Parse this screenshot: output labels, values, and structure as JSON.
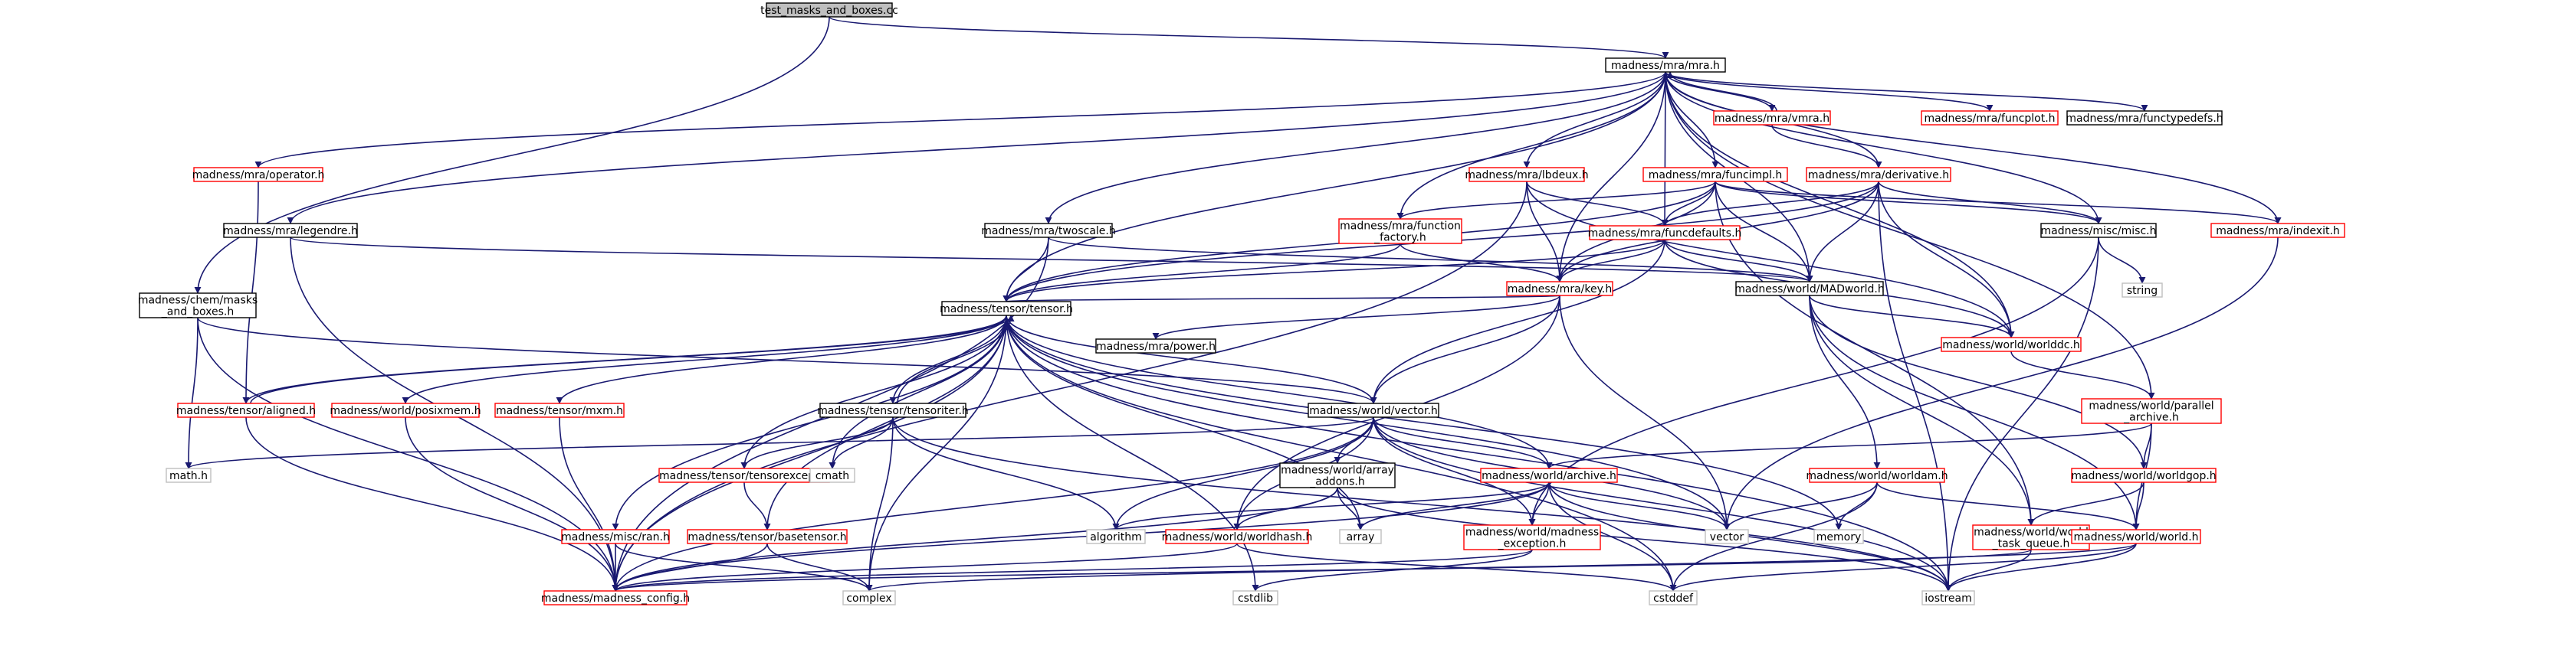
{
  "diagram": {
    "title": "",
    "colors": {
      "edge": "#191970",
      "root_fill": "#bfbfbf",
      "documented_border": "#000000",
      "undocumented_border": "#ff0000",
      "external_border": "#bfbfbf",
      "text": "#000000"
    },
    "nodes": [
      {
        "id": "test_masks",
        "lines": [
          "test_masks_and_boxes.cc"
        ],
        "kind": "root"
      },
      {
        "id": "mra_h",
        "lines": [
          "madness/mra/mra.h"
        ],
        "kind": "doc"
      },
      {
        "id": "vmra_h",
        "lines": [
          "madness/mra/vmra.h"
        ],
        "kind": "undoc"
      },
      {
        "id": "funcplot_h",
        "lines": [
          "madness/mra/funcplot.h"
        ],
        "kind": "undoc"
      },
      {
        "id": "functypedefs_h",
        "lines": [
          "madness/mra/functypedefs.h"
        ],
        "kind": "doc"
      },
      {
        "id": "operator_h",
        "lines": [
          "madness/mra/operator.h"
        ],
        "kind": "undoc"
      },
      {
        "id": "lbdeux_h",
        "lines": [
          "madness/mra/lbdeux.h"
        ],
        "kind": "undoc"
      },
      {
        "id": "funcimpl_h",
        "lines": [
          "madness/mra/funcimpl.h"
        ],
        "kind": "undoc"
      },
      {
        "id": "derivative_h",
        "lines": [
          "madness/mra/derivative.h"
        ],
        "kind": "undoc"
      },
      {
        "id": "legendre_h",
        "lines": [
          "madness/mra/legendre.h"
        ],
        "kind": "doc"
      },
      {
        "id": "twoscale_h",
        "lines": [
          "madness/mra/twoscale.h"
        ],
        "kind": "doc"
      },
      {
        "id": "function_factory_h",
        "lines": [
          "madness/mra/function",
          "_factory.h"
        ],
        "kind": "undoc"
      },
      {
        "id": "funcdefaults_h",
        "lines": [
          "madness/mra/funcdefaults.h"
        ],
        "kind": "undoc"
      },
      {
        "id": "misc_h",
        "lines": [
          "madness/misc/misc.h"
        ],
        "kind": "doc"
      },
      {
        "id": "indexit_h",
        "lines": [
          "madness/mra/indexit.h"
        ],
        "kind": "undoc"
      },
      {
        "id": "string",
        "lines": [
          "string"
        ],
        "kind": "ext"
      },
      {
        "id": "key_h",
        "lines": [
          "madness/mra/key.h"
        ],
        "kind": "undoc"
      },
      {
        "id": "madworld_h",
        "lines": [
          "madness/world/MADworld.h"
        ],
        "kind": "doc"
      },
      {
        "id": "chem_masks_h",
        "lines": [
          "madness/chem/masks",
          "_and_boxes.h"
        ],
        "kind": "doc"
      },
      {
        "id": "tensor_h",
        "lines": [
          "madness/tensor/tensor.h"
        ],
        "kind": "doc"
      },
      {
        "id": "power_h",
        "lines": [
          "madness/mra/power.h"
        ],
        "kind": "doc"
      },
      {
        "id": "worlddc_h",
        "lines": [
          "madness/world/worlddc.h"
        ],
        "kind": "undoc"
      },
      {
        "id": "aligned_h",
        "lines": [
          "madness/tensor/aligned.h"
        ],
        "kind": "undoc"
      },
      {
        "id": "posixmem_h",
        "lines": [
          "madness/world/posixmem.h"
        ],
        "kind": "undoc"
      },
      {
        "id": "mxm_h",
        "lines": [
          "madness/tensor/mxm.h"
        ],
        "kind": "undoc"
      },
      {
        "id": "tensoriter_h",
        "lines": [
          "madness/tensor/tensoriter.h"
        ],
        "kind": "doc"
      },
      {
        "id": "vector_h",
        "lines": [
          "madness/world/vector.h"
        ],
        "kind": "doc"
      },
      {
        "id": "parallel_archive_h",
        "lines": [
          "madness/world/parallel",
          "_archive.h"
        ],
        "kind": "undoc"
      },
      {
        "id": "math_h",
        "lines": [
          "math.h"
        ],
        "kind": "ext"
      },
      {
        "id": "tensorexcept_h",
        "lines": [
          "madness/tensor/tensorexcept.h"
        ],
        "kind": "undoc"
      },
      {
        "id": "cmath",
        "lines": [
          "cmath"
        ],
        "kind": "ext"
      },
      {
        "id": "array_addons_h",
        "lines": [
          "madness/world/array",
          "_addons.h"
        ],
        "kind": "doc"
      },
      {
        "id": "archive_h",
        "lines": [
          "madness/world/archive.h"
        ],
        "kind": "undoc"
      },
      {
        "id": "worldam_h",
        "lines": [
          "madness/world/worldam.h"
        ],
        "kind": "undoc"
      },
      {
        "id": "worldgop_h",
        "lines": [
          "madness/world/worldgop.h"
        ],
        "kind": "undoc"
      },
      {
        "id": "algorithm",
        "lines": [
          "algorithm"
        ],
        "kind": "ext"
      },
      {
        "id": "array",
        "lines": [
          "array"
        ],
        "kind": "ext"
      },
      {
        "id": "vector",
        "lines": [
          "vector"
        ],
        "kind": "ext"
      },
      {
        "id": "memory",
        "lines": [
          "memory"
        ],
        "kind": "ext"
      },
      {
        "id": "ran_h",
        "lines": [
          "madness/misc/ran.h"
        ],
        "kind": "undoc"
      },
      {
        "id": "basetensor_h",
        "lines": [
          "madness/tensor/basetensor.h"
        ],
        "kind": "undoc"
      },
      {
        "id": "worldhash_h",
        "lines": [
          "madness/world/worldhash.h"
        ],
        "kind": "undoc"
      },
      {
        "id": "madness_exception_h",
        "lines": [
          "madness/world/madness",
          "_exception.h"
        ],
        "kind": "undoc"
      },
      {
        "id": "world_task_queue_h",
        "lines": [
          "madness/world/world",
          "_task_queue.h"
        ],
        "kind": "undoc"
      },
      {
        "id": "world_h",
        "lines": [
          "madness/world/world.h"
        ],
        "kind": "undoc"
      },
      {
        "id": "madness_config_h",
        "lines": [
          "madness/madness_config.h"
        ],
        "kind": "undoc"
      },
      {
        "id": "complex",
        "lines": [
          "complex"
        ],
        "kind": "ext"
      },
      {
        "id": "cstdlib",
        "lines": [
          "cstdlib"
        ],
        "kind": "ext"
      },
      {
        "id": "cstddef",
        "lines": [
          "cstddef"
        ],
        "kind": "ext"
      },
      {
        "id": "iostream",
        "lines": [
          "iostream"
        ],
        "kind": "ext"
      }
    ]
  }
}
